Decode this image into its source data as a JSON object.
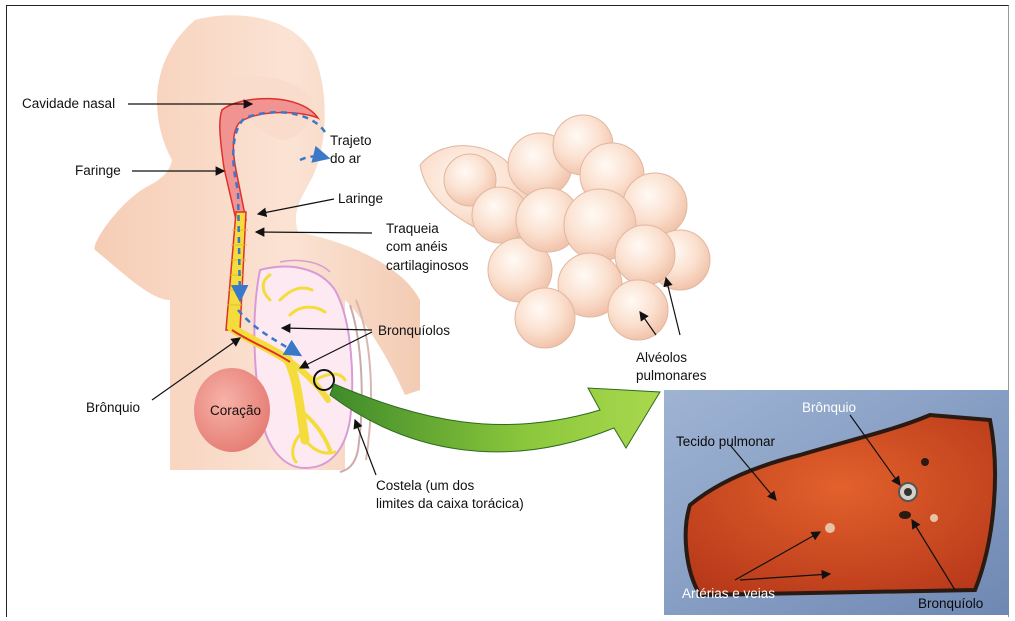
{
  "colors": {
    "skin": "#f8d6c2",
    "skin_shadow": "#eab89c",
    "air_path_arrow": "#3a78c9",
    "blood_red": "#e0302c",
    "bronchial_tree": "#f3dc3c",
    "heart": "#ef8f86",
    "lung_outline": "#d99bd6",
    "alveoli": "#fbd6c2",
    "zoom_arrow": "#8dc63f",
    "tissue_bg": "#8fa7c9",
    "tissue": "#c8401c"
  },
  "labels": {
    "cavidade_nasal": "Cavidade nasal",
    "faringe": "Faringe",
    "trajeto_1": "Trajeto",
    "trajeto_2": "do ar",
    "laringe": "Laringe",
    "traqueia_1": "Traqueia",
    "traqueia_2": "com anéis",
    "traqueia_3": "cartilaginosos",
    "bronquiolos": "Bronquíolos",
    "bronquio": "Brônquio",
    "coracao": "Coração",
    "costela_1": "Costela (um dos",
    "costela_2": "limites da caixa torácica)",
    "alveolos_1": "Alvéolos",
    "alveolos_2": "pulmonares"
  },
  "photo": {
    "bronquio": "Brônquio",
    "tecido_pulmonar": "Tecido pulmonar",
    "arterias_veias": "Artérias e veias",
    "bronquiolo": "Bronquíolo"
  }
}
